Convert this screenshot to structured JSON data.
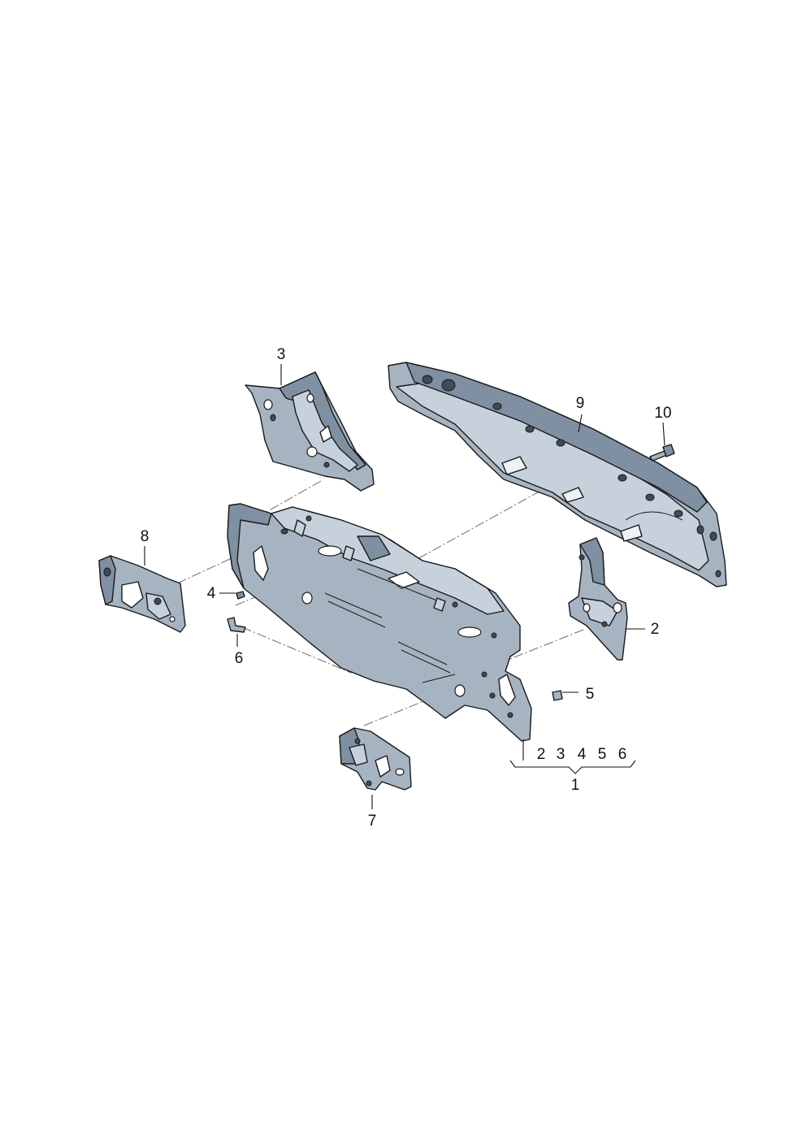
{
  "callouts": {
    "p1": "1",
    "p2": "2",
    "p3": "3",
    "p4": "4",
    "p5": "5",
    "p6": "6",
    "p7": "7",
    "p8": "8",
    "p9": "9",
    "p10": "10"
  },
  "assembly_group": [
    "2",
    "3",
    "4",
    "5",
    "6"
  ],
  "colors": {
    "metal": "#a6b4c2",
    "metal_shadow": "#7f90a2",
    "outline": "#1a1a1a"
  }
}
